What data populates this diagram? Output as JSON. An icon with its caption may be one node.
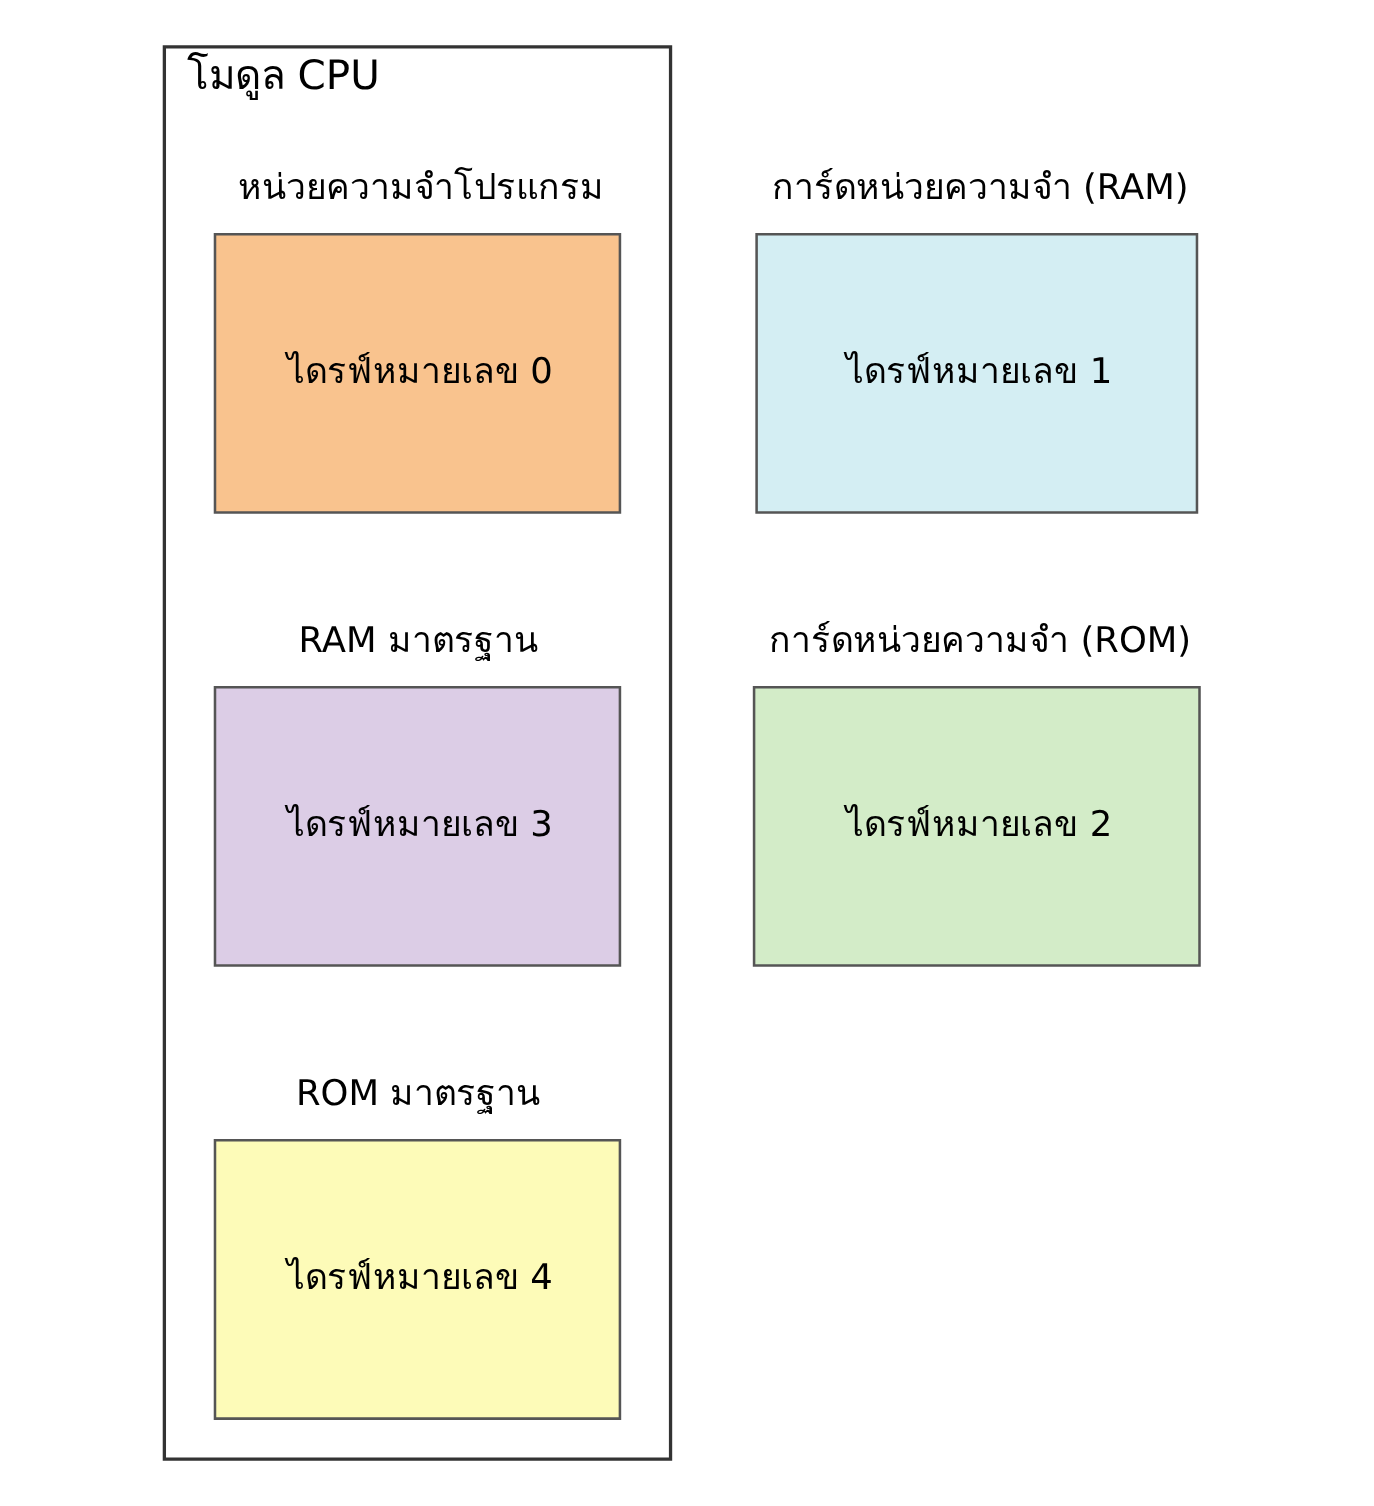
{
  "diagram": {
    "nodes": [
      {
        "text": [
          "โมดูล CPU"
        ]
      },
      {
        "text": [
          "หน่วยความจำโปรแกรม",
          "ไดรฟ์หมายเลข 0"
        ],
        "in": 0
      },
      {
        "text": [
          "RAM มาตรฐาน",
          "ไดรฟ์หมายเลข 3"
        ],
        "in": 0
      },
      {
        "text": [
          "ROM มาตรฐาน",
          "ไดรฟ์หมายเลข 4"
        ],
        "in": 0
      },
      {
        "text": [
          "การ์ดหน่วยความจำ (RAM)",
          "ไดรฟ์หมายเลข 1"
        ]
      },
      {
        "text": [
          "การ์ดหน่วยความจำ (ROM)",
          "ไดรฟ์หมายเลข 2"
        ]
      }
    ],
    "edges": []
  }
}
